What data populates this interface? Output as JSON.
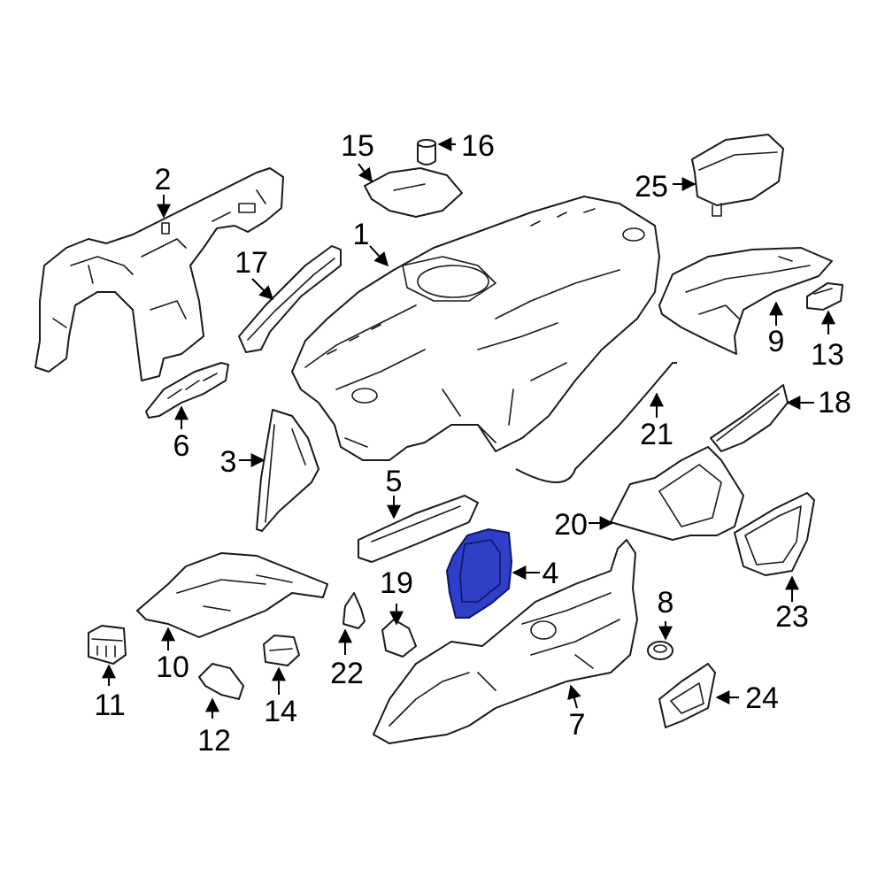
{
  "diagram": {
    "highlight_color": "#2f3fc8",
    "callouts": [
      {
        "id": "c1",
        "text": "1"
      },
      {
        "id": "c2",
        "text": "2"
      },
      {
        "id": "c3",
        "text": "3"
      },
      {
        "id": "c4",
        "text": "4"
      },
      {
        "id": "c5",
        "text": "5"
      },
      {
        "id": "c6",
        "text": "6"
      },
      {
        "id": "c7",
        "text": "7"
      },
      {
        "id": "c8",
        "text": "8"
      },
      {
        "id": "c9",
        "text": "9"
      },
      {
        "id": "c10",
        "text": "10"
      },
      {
        "id": "c11",
        "text": "11"
      },
      {
        "id": "c12",
        "text": "12"
      },
      {
        "id": "c13",
        "text": "13"
      },
      {
        "id": "c14",
        "text": "14"
      },
      {
        "id": "c15",
        "text": "15"
      },
      {
        "id": "c16",
        "text": "16"
      },
      {
        "id": "c17",
        "text": "17"
      },
      {
        "id": "c18",
        "text": "18"
      },
      {
        "id": "c19",
        "text": "19"
      },
      {
        "id": "c20",
        "text": "20"
      },
      {
        "id": "c21",
        "text": "21"
      },
      {
        "id": "c22",
        "text": "22"
      },
      {
        "id": "c23",
        "text": "23"
      },
      {
        "id": "c24",
        "text": "24"
      },
      {
        "id": "c25",
        "text": "25"
      }
    ]
  }
}
